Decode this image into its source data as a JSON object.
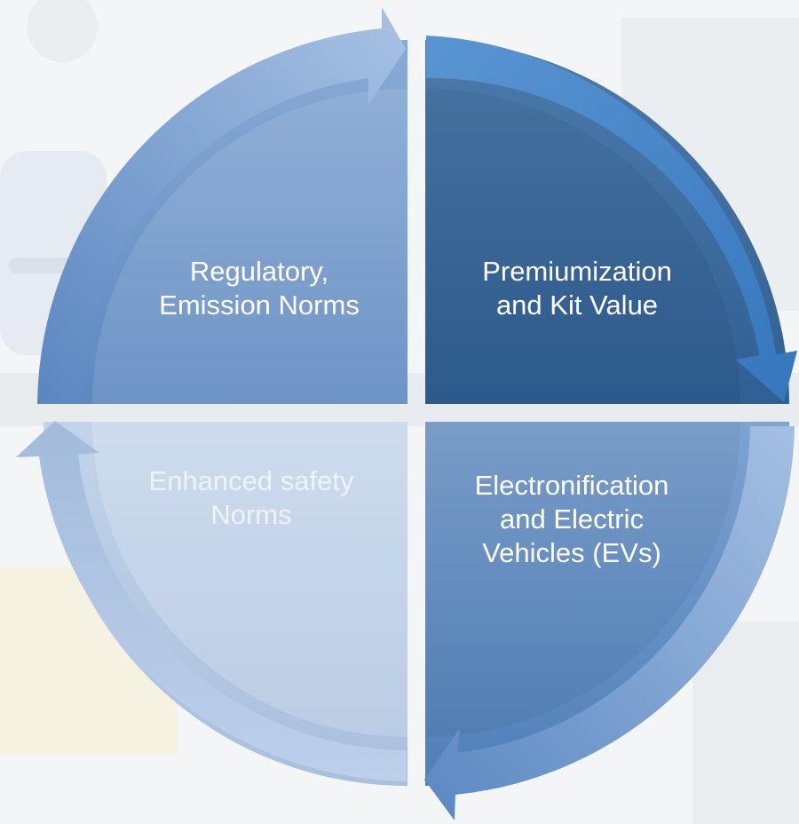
{
  "diagram": {
    "quadrants": [
      {
        "id": "top-left",
        "label": "Regulatory,\nEmission Norms",
        "fill": "#6c93c6"
      },
      {
        "id": "top-right",
        "label": "Premiumization\nand Kit Value",
        "fill": "#36689e"
      },
      {
        "id": "bottom-right",
        "label": "Electronification\nand Electric\nVehicles (EVs)",
        "fill": "#5d89bd"
      },
      {
        "id": "bottom-left",
        "label": "Enhanced safety\nNorms",
        "fill": "#b6c9e3"
      }
    ],
    "arrow_colors": {
      "top-left": "#5f8bc4",
      "top-right": "#3f7fc2",
      "bottom-right": "#8fb0da",
      "bottom-left": "#b2c6e2"
    }
  }
}
